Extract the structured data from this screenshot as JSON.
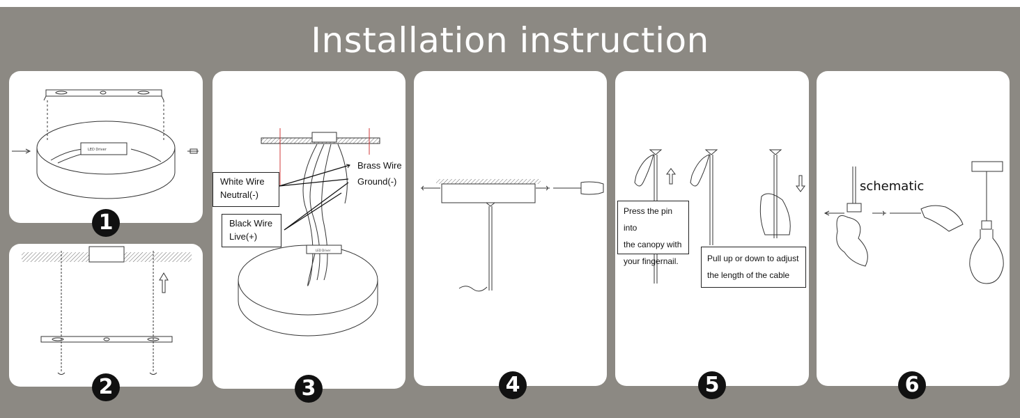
{
  "title": "Installation instruction",
  "steps": [
    {
      "number": "1",
      "driver_label": "LED Driver"
    },
    {
      "number": "2"
    },
    {
      "number": "3",
      "driver_label": "LED Driver",
      "white_wire": "White Wire",
      "neutral": "Neutral(-)",
      "brass_wire": "Brass Wire",
      "ground": "Ground(-)",
      "black_wire": "Black Wire",
      "live": "Live(+)"
    },
    {
      "number": "4"
    },
    {
      "number": "5",
      "press_line1": "Press the pin into",
      "press_line2": "the canopy with",
      "press_line3": "your fingernail.",
      "pull_line1": "Pull up or down to adjust",
      "pull_line2": "the length of the cable"
    },
    {
      "number": "6",
      "schematic": "schematic"
    }
  ],
  "colors": {
    "frame": "#8c8983",
    "panel": "#ffffff",
    "badge": "#111111",
    "wire_red": "#d23a3a"
  }
}
